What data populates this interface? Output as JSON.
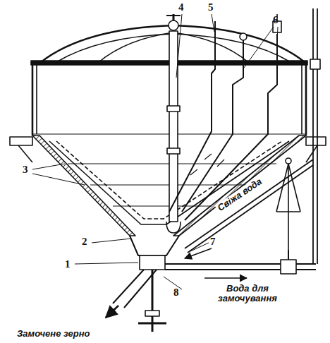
{
  "diagram": {
    "labels": [
      "4",
      "5",
      "6",
      "3",
      "2",
      "1",
      "7",
      "8",
      "Свіжа вода",
      "Вода для замочування",
      "Замочене зерно"
    ]
  }
}
